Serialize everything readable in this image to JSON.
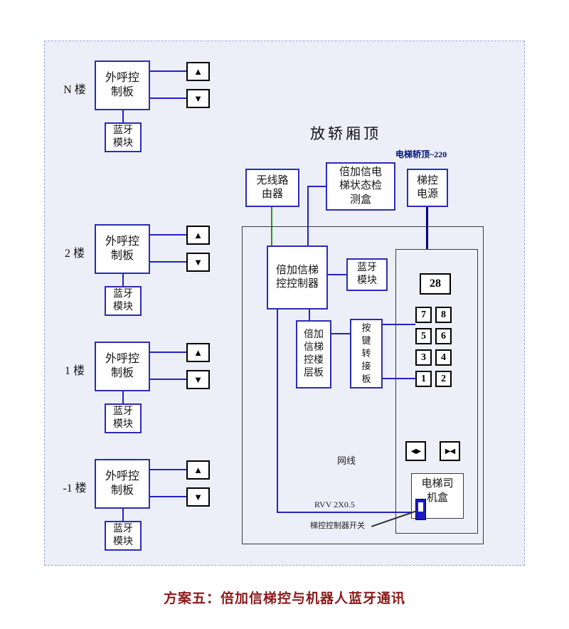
{
  "caption": "方案五：倍加信梯控与机器人蓝牙通讯",
  "heading": "放轿厢顶",
  "top_note": "电梯轿顶~220",
  "icons": {
    "up": "▲",
    "down": "▼",
    "door_open": "◀▶",
    "door_close": "▶◀"
  },
  "floors": [
    {
      "label": "N 楼",
      "board": "外呼控\n制板",
      "bt": "蓝牙\n模块"
    },
    {
      "label": "2 楼",
      "board": "外呼控\n制板",
      "bt": "蓝牙\n模块"
    },
    {
      "label": "1 楼",
      "board": "外呼控\n制板",
      "bt": "蓝牙\n模块"
    },
    {
      "label": "-1 楼",
      "board": "外呼控\n制板",
      "bt": "蓝牙\n模块"
    }
  ],
  "boxes": {
    "router": "无线路\n由器",
    "detector": "倍加信电\n梯状态检\n测盒",
    "power": "梯控\n电源",
    "controller": "倍加信梯\n控控制器",
    "bt_module": "蓝牙\n模块",
    "floor_board": "倍加\n信梯\n控楼\n层板",
    "key_adapter": "按\n键\n转\n接\n板",
    "driver_box": "电梯司\n机盒"
  },
  "car_panel": {
    "display": "28",
    "buttons": [
      [
        "7",
        "8"
      ],
      [
        "5",
        "6"
      ],
      [
        "3",
        "4"
      ],
      [
        "1",
        "2"
      ]
    ]
  },
  "labels": {
    "cable": "网线",
    "rvv": "RVV 2X0.5",
    "switch_label": "梯控控制器开关"
  },
  "colors": {
    "line_blue": "#2323c8",
    "line_green": "#1e9e1e",
    "line_navy": "#000080",
    "box_border": "#2b2bb8",
    "switch_fill": "#1b1bc4",
    "caption": "#8b1a1a",
    "panel_bg": "#edeff8"
  }
}
